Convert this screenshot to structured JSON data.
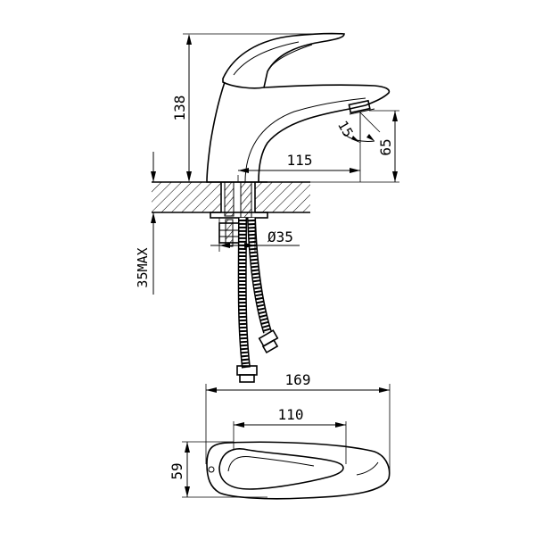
{
  "dimensions": {
    "height": "138",
    "reach": "115",
    "spout_height": "65",
    "spout_angle": "15",
    "deck_thickness": "35MAX",
    "hole_diameter": "Ø35",
    "overall_length": "169",
    "handle_length": "110",
    "width": "59"
  }
}
